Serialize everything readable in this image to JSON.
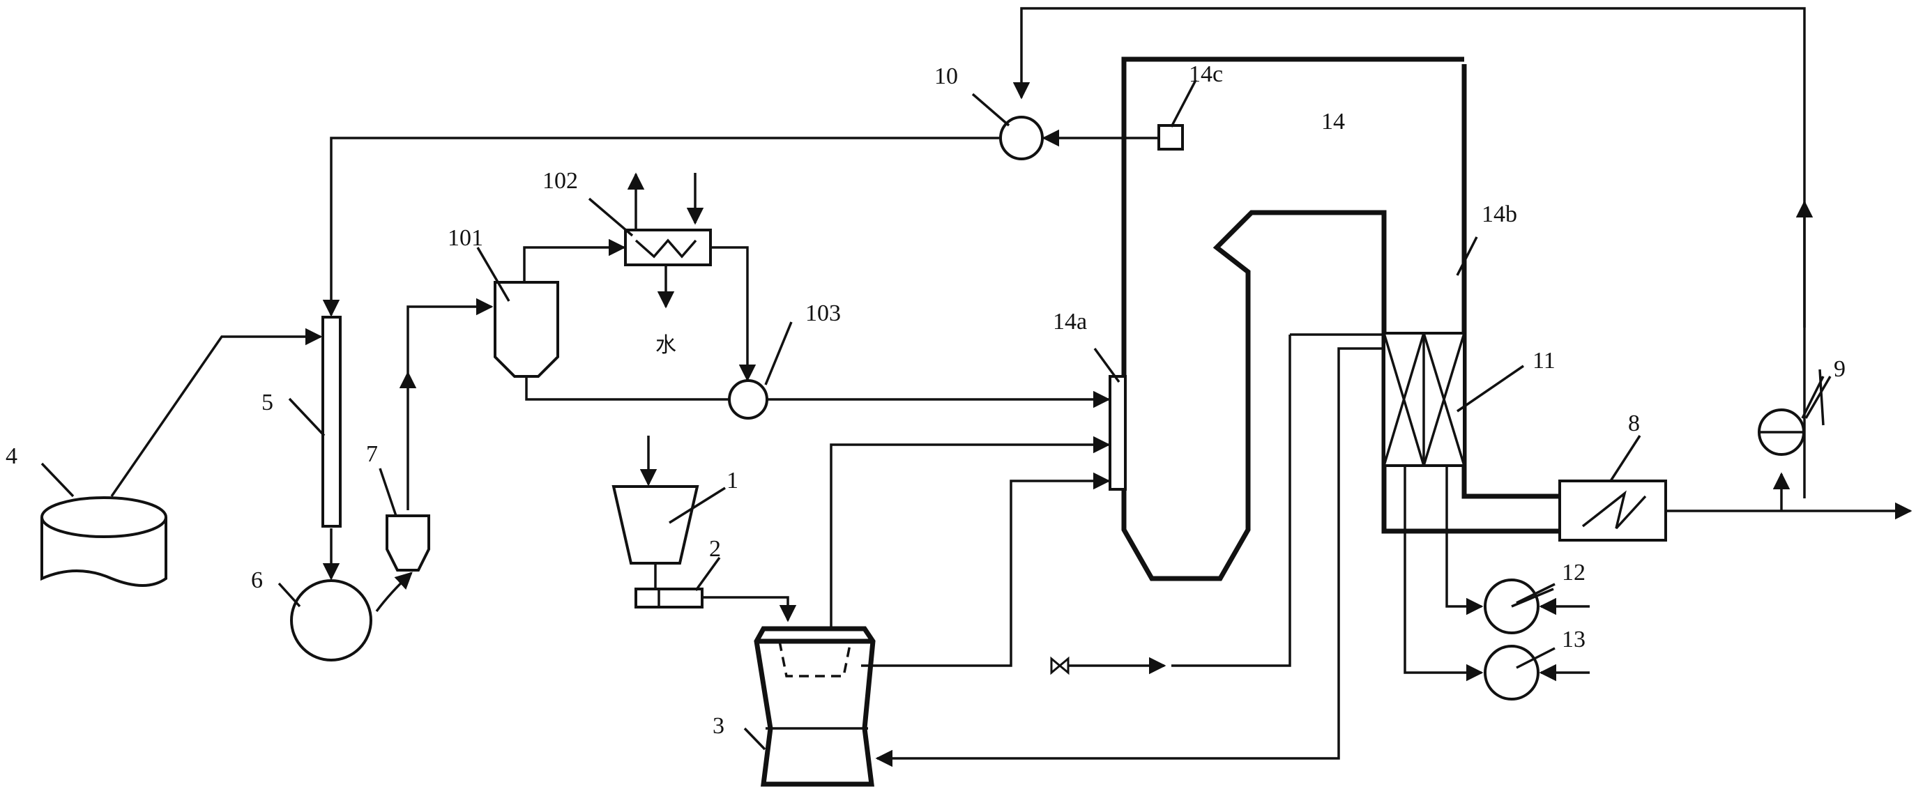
{
  "labels": {
    "l1": "1",
    "l2": "2",
    "l3": "3",
    "l4": "4",
    "l5": "5",
    "l6": "6",
    "l7": "7",
    "l8": "8",
    "l9": "9",
    "l10": "10",
    "l11": "11",
    "l12": "12",
    "l13": "13",
    "l14": "14",
    "l14a": "14a",
    "l14b": "14b",
    "l14c": "14c",
    "l101": "101",
    "l102": "102",
    "l103": "103",
    "water": "水"
  }
}
